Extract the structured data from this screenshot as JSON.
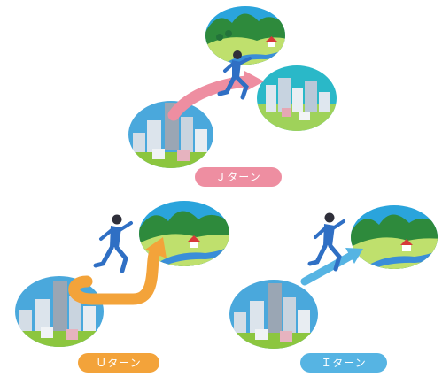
{
  "diagram": {
    "labels": {
      "j_turn": "Ｊターン",
      "u_turn": "Ｕターン",
      "i_turn": "Ｉターン"
    },
    "colors": {
      "j_turn": "#ee8ea1",
      "u_turn": "#f3a33a",
      "i_turn": "#56b4e3",
      "sky": "#2aa4dc",
      "hills": "#3a9a45",
      "grass": "#bfe06d",
      "suit": "#2f6fc4"
    },
    "icons": {
      "city": "city-globe-icon",
      "countryside": "countryside-globe-icon",
      "runner": "running-businessman-icon"
    }
  }
}
